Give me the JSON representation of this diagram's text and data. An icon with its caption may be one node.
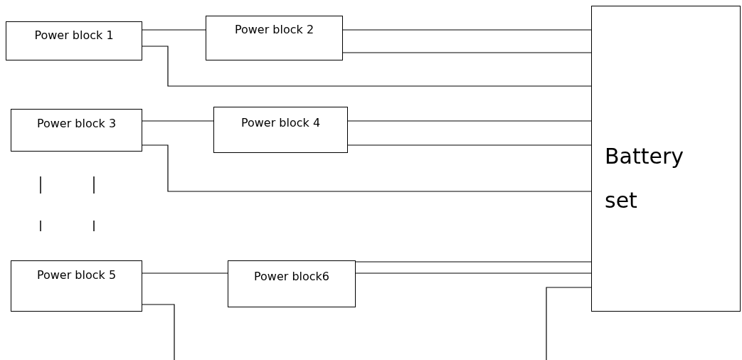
{
  "diagram": {
    "nodes": [
      {
        "text": [
          "Power block 1"
        ]
      },
      {
        "text": [
          "Power block 2"
        ]
      },
      {
        "text": [
          "Power block 3"
        ]
      },
      {
        "text": [
          "Power block 4"
        ]
      },
      {
        "text": [
          "Power block 5"
        ]
      },
      {
        "text": [
          "Power block6"
        ]
      },
      {
        "text": [
          "Battery set"
        ]
      }
    ],
    "edges": [
      {
        "from": 0,
        "to": 1,
        "arrow": "none"
      },
      {
        "from": 1,
        "to": 6,
        "arrow": "none"
      },
      {
        "from": 1,
        "to": 6,
        "arrow": "none"
      },
      {
        "from": 0,
        "to": 6,
        "arrow": "none"
      },
      {
        "from": 2,
        "to": 3,
        "arrow": "none"
      },
      {
        "from": 3,
        "to": 6,
        "arrow": "none"
      },
      {
        "from": 3,
        "to": 6,
        "arrow": "none"
      },
      {
        "from": 2,
        "to": 6,
        "arrow": "none"
      },
      {
        "from": 4,
        "to": 5,
        "arrow": "none"
      },
      {
        "from": 5,
        "to": 6,
        "arrow": "none"
      },
      {
        "from": 5,
        "to": 6,
        "arrow": "none"
      },
      {
        "from": 4,
        "to": null,
        "arrow": "none"
      },
      {
        "from": null,
        "to": 6,
        "arrow": "none"
      }
    ]
  }
}
